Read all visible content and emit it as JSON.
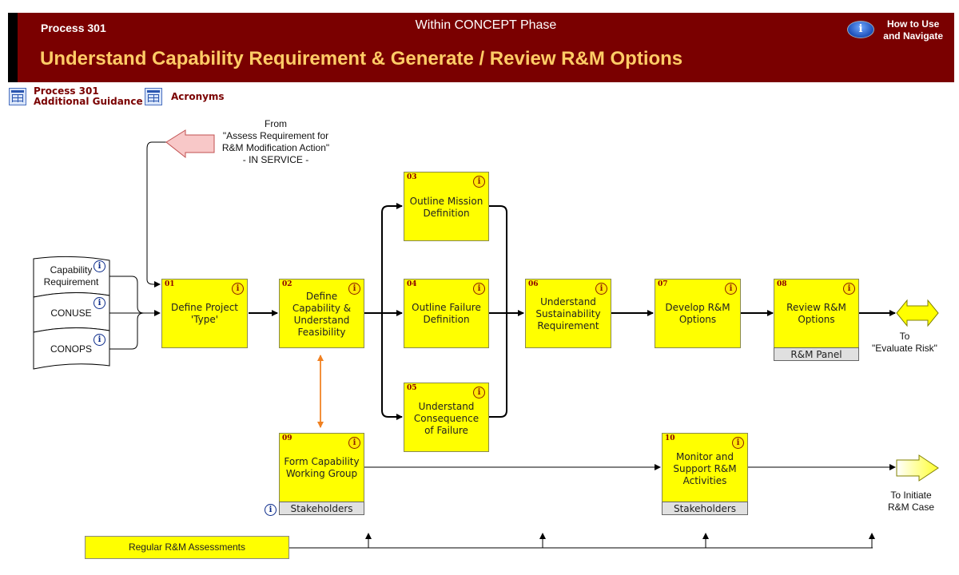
{
  "header": {
    "process_label": "Process 301",
    "phase": "Within CONCEPT Phase",
    "title": "Understand Capability Requirement & Generate / Review R&M Options",
    "help_line1": "How to Use",
    "help_line2": "and Navigate",
    "help_icon": "info-icon",
    "bg_color": "#7a0000",
    "title_color": "#ffcc66"
  },
  "links": {
    "guidance_line1": "Process 301",
    "guidance_line2": "Additional Guidance",
    "acronyms": "Acronyms",
    "icon": "table-icon"
  },
  "inputs": [
    {
      "label_line1": "Capability",
      "label_line2": "Requirement"
    },
    {
      "label_line1": "CONUSE",
      "label_line2": ""
    },
    {
      "label_line1": "CONOPS",
      "label_line2": ""
    }
  ],
  "from_note": {
    "line1": "From",
    "line2": "\"Assess Requirement for",
    "line3": "R&M Modification Action\"",
    "line4": "- IN SERVICE -"
  },
  "steps": [
    {
      "num": "01",
      "lines": [
        "Define Project",
        "'Type'"
      ]
    },
    {
      "num": "02",
      "lines": [
        "Define",
        "Capability &",
        "Understand",
        "Feasibility"
      ]
    },
    {
      "num": "03",
      "lines": [
        "Outline Mission",
        "Definition"
      ]
    },
    {
      "num": "04",
      "lines": [
        "Outline Failure",
        "Definition"
      ]
    },
    {
      "num": "05",
      "lines": [
        "Understand",
        "Consequence",
        "of Failure"
      ]
    },
    {
      "num": "06",
      "lines": [
        "Understand",
        "Sustainability",
        "Requirement"
      ]
    },
    {
      "num": "07",
      "lines": [
        "Develop R&M",
        "Options"
      ]
    },
    {
      "num": "08",
      "lines": [
        "Review R&M",
        "Options"
      ],
      "sub": "R&M Panel"
    },
    {
      "num": "09",
      "lines": [
        "Form Capability",
        "Working Group"
      ],
      "sub": "Stakeholders"
    },
    {
      "num": "10",
      "lines": [
        "Monitor and",
        "Support R&M",
        "Activities"
      ],
      "sub": "Stakeholders"
    }
  ],
  "info_glyph": "i",
  "to_evaluate": {
    "line1": "To",
    "line2": "\"Evaluate Risk\""
  },
  "to_initiate": {
    "line1": "To Initiate",
    "line2": "R&M Case"
  },
  "regular_assessments": "Regular R&M Assessments",
  "colors": {
    "step_fill": "#ffff00",
    "from_arrow": "#f8c8c8",
    "link_orange": "#f08020",
    "text_red": "#8b0000"
  }
}
